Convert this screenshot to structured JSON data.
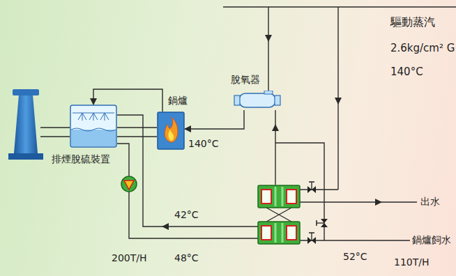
{
  "diagram": {
    "nodes": [
      {
        "text": [
          "排煙脫硫裝置"
        ]
      },
      {
        "text": [
          "鍋爐"
        ]
      },
      {
        "text": [
          "脫氧器"
        ]
      }
    ],
    "edges": [
      {
        "from": 1,
        "to": 0,
        "arrow": "to"
      },
      {
        "from": 2,
        "to": 1,
        "arrow": "to"
      }
    ],
    "labels": [
      "驅動蒸汽",
      "2.6kg/cm² G",
      "140°C",
      "140°C",
      "42°C",
      "48°C",
      "200T/H",
      "52°C",
      "110T/H",
      "出水",
      "鍋爐飼水"
    ]
  }
}
